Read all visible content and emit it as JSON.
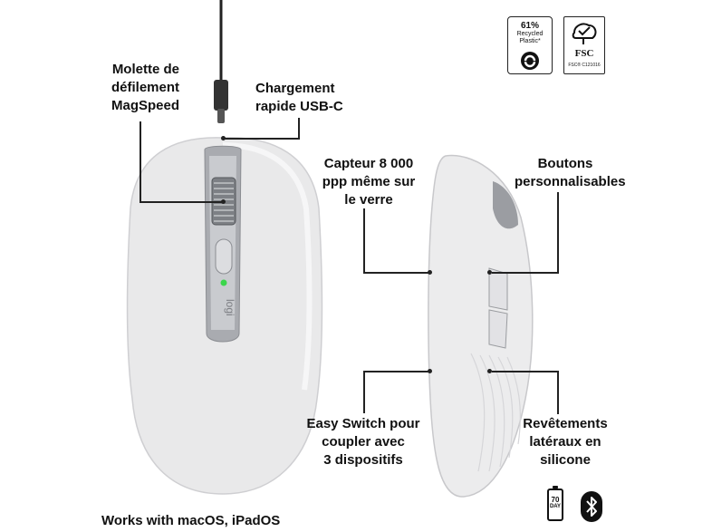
{
  "labels": {
    "scroll_wheel": [
      "Molette de",
      "défilement",
      "MagSpeed"
    ],
    "usb_c": [
      "Chargement",
      "rapide USB-C"
    ],
    "sensor": [
      "Capteur 8 000",
      "ppp même sur",
      "le verre"
    ],
    "custom_buttons": [
      "Boutons",
      "personnalisables"
    ],
    "easy_switch": [
      "Easy Switch pour",
      "coupler avec",
      "3 dispositifs"
    ],
    "silicone": [
      "Revêtements",
      "latéraux en",
      "silicone"
    ]
  },
  "badges": {
    "recycled": [
      "61%",
      "Recycled",
      "Plastic*"
    ],
    "fsc": {
      "mark": "FSC",
      "code": "FSC® C121016"
    },
    "battery": [
      "70",
      "DAY"
    ]
  },
  "footer": "Works with macOS, iPadOS",
  "logo_text": "logi"
}
